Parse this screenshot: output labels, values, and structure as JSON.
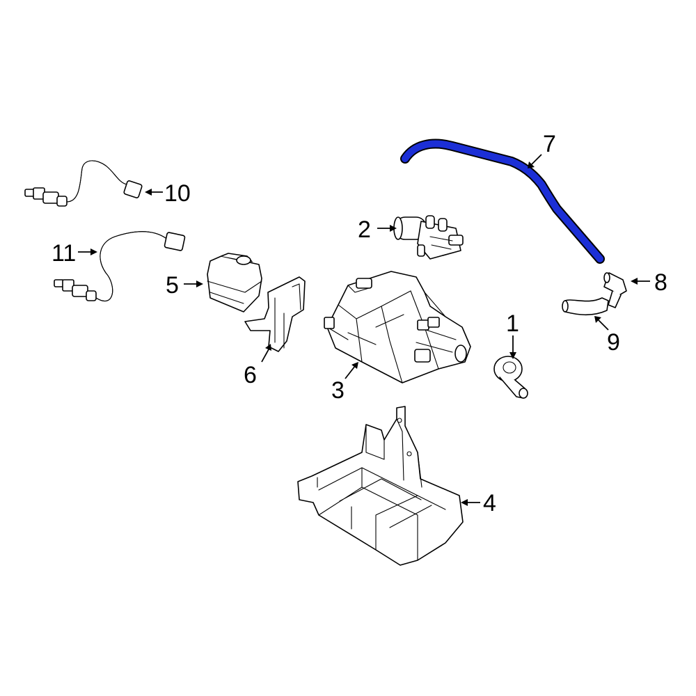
{
  "colors": {
    "highlight": "#1c2fd6",
    "line": "#000000",
    "background": "#ffffff"
  },
  "callouts": {
    "c1": "1",
    "c2": "2",
    "c3": "3",
    "c4": "4",
    "c5": "5",
    "c6": "6",
    "c7": "7",
    "c8": "8",
    "c9": "9",
    "c10": "10",
    "c11": "11"
  },
  "highlighted_part": "7"
}
